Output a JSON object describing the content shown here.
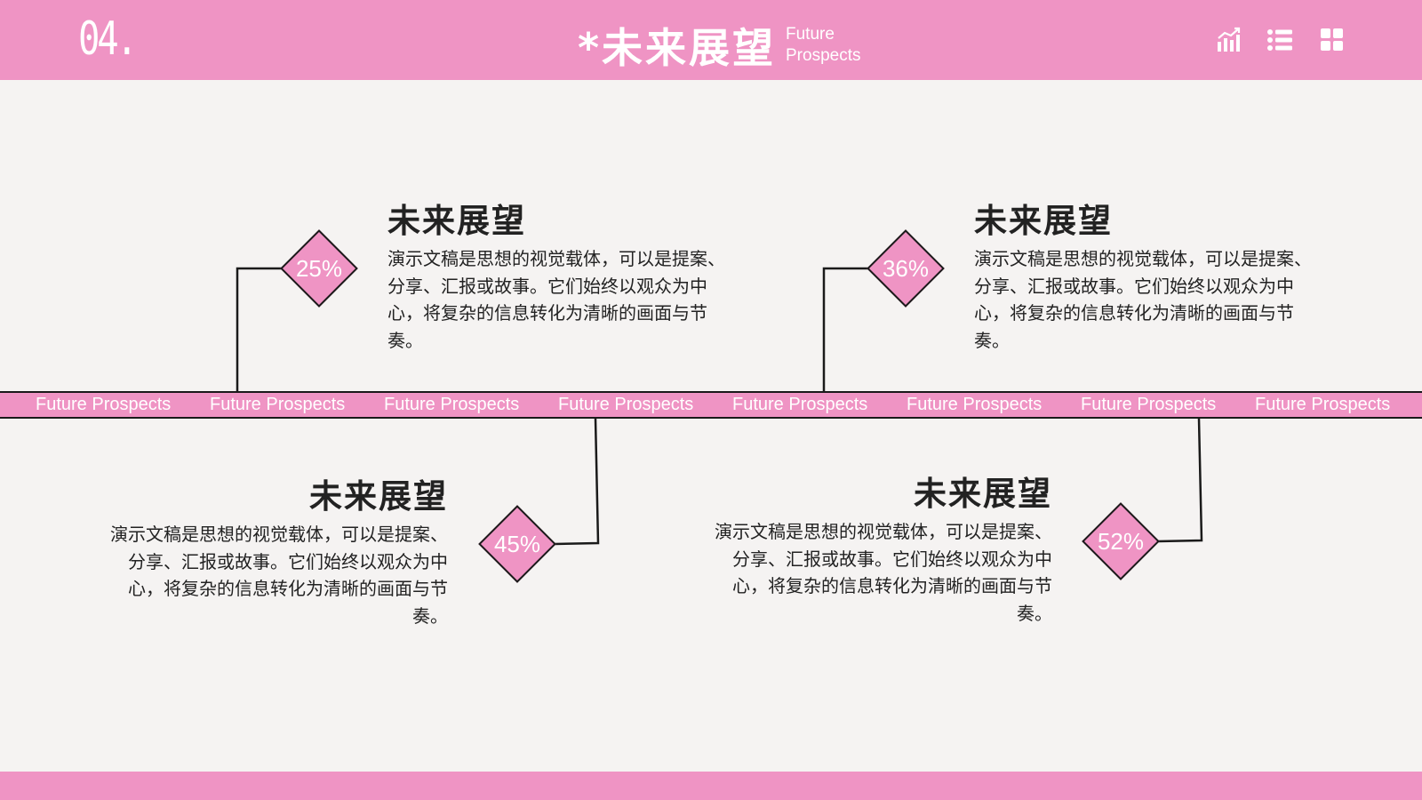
{
  "header": {
    "section_number": "04.",
    "title": "*未来展望",
    "subtitle_line1": "Future",
    "subtitle_line2": "Prospects",
    "icons": [
      "chart-icon",
      "list-icon",
      "grid-icon"
    ]
  },
  "band": {
    "items": [
      "Future Prospects",
      "Future Prospects",
      "Future Prospects",
      "Future Prospects",
      "Future Prospects",
      "Future Prospects",
      "Future Prospects",
      "Future Prospects"
    ]
  },
  "items": [
    {
      "percent": "25%",
      "title": "未来展望",
      "body": "演示文稿是思想的视觉载体，可以是提案、分享、汇报或故事。它们始终以观众为中心，将复杂的信息转化为清晰的画面与节奏。"
    },
    {
      "percent": "36%",
      "title": "未来展望",
      "body": "演示文稿是思想的视觉载体，可以是提案、分享、汇报或故事。它们始终以观众为中心，将复杂的信息转化为清晰的画面与节奏。"
    },
    {
      "percent": "45%",
      "title": "未来展望",
      "body": "演示文稿是思想的视觉载体，可以是提案、分享、汇报或故事。它们始终以观众为中心，将复杂的信息转化为清晰的画面与节奏。"
    },
    {
      "percent": "52%",
      "title": "未来展望",
      "body": "演示文稿是思想的视觉载体，可以是提案、分享、汇报或故事。它们始终以观众为中心，将复杂的信息转化为清晰的画面与节奏。"
    }
  ],
  "colors": {
    "accent": "#ef94c4",
    "background": "#f5f3f2",
    "line": "#1a1a1a"
  }
}
